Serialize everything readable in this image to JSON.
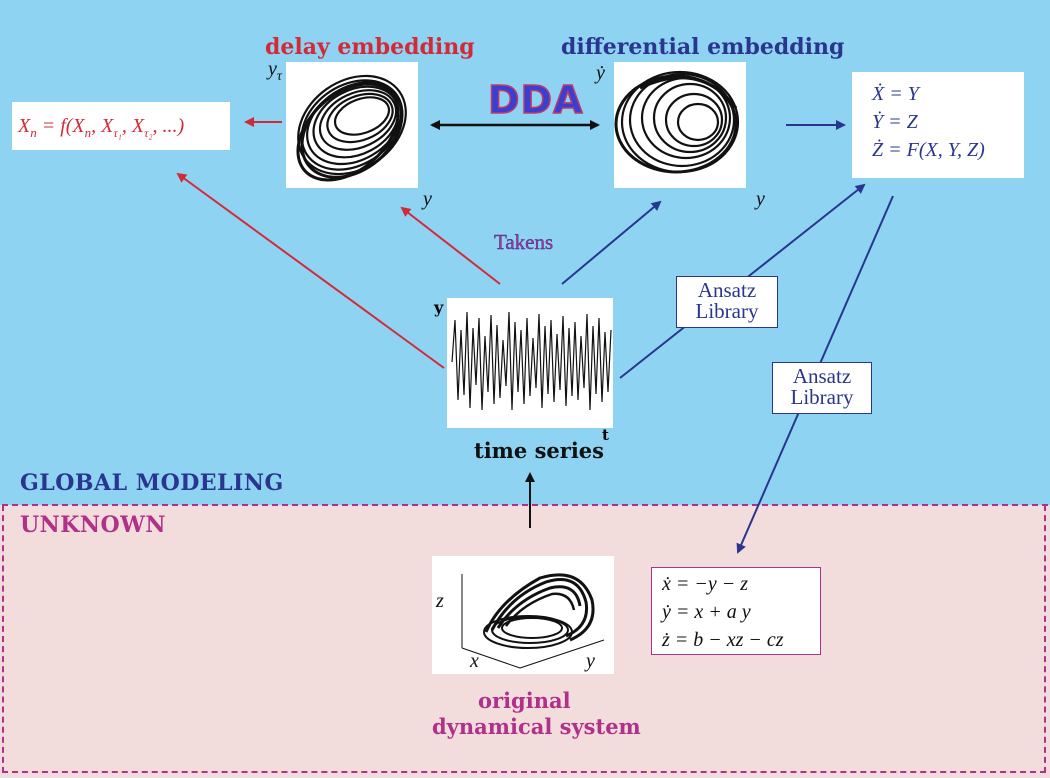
{
  "colors": {
    "top_background": "#8fd3f2",
    "bottom_background": "#f3dcdc",
    "red": "#d22b38",
    "navy": "#2a3590",
    "magenta": "#b0308a"
  },
  "regions": {
    "global_label": "GLOBAL MODELING",
    "unknown_label": "UNKNOWN"
  },
  "delay_embedding": {
    "title": "delay embedding",
    "y_axis": "y",
    "y_axis_sub": "τ",
    "x_axis": "y"
  },
  "differential_embedding": {
    "title": "differential embedding",
    "y_axis": "ẏ",
    "x_axis": "y"
  },
  "dda_label": "DDA",
  "takens_label": "Takens",
  "time_series": {
    "caption": "time series",
    "y_axis": "y",
    "t_axis": "t"
  },
  "ansatz_1": {
    "line1": "Ansatz",
    "line2": "Library"
  },
  "ansatz_2": {
    "line1": "Ansatz",
    "line2": "Library"
  },
  "delay_model": {
    "lhs": "X",
    "lhs_sub": "n",
    "rest": " = f(X",
    "arg1_sub": "n",
    "arg2": ", X",
    "arg2_sub": "τ₁",
    "arg3": ", X",
    "arg3_sub": "τ₂",
    "tail": ", ...)"
  },
  "global_model": {
    "line1": "Ẋ = Y",
    "line2": "Ẏ = Z",
    "line3": "Ż = F(X, Y, Z)"
  },
  "original_equations": {
    "line1": "ẋ = −y − z",
    "line2": "ẏ = x + a y",
    "line3": "ż = b − xz − cz"
  },
  "original_system": {
    "caption_line1": "original",
    "caption_line2": "dynamical system",
    "z_axis": "z",
    "x_axis": "x",
    "y_axis": "y"
  }
}
